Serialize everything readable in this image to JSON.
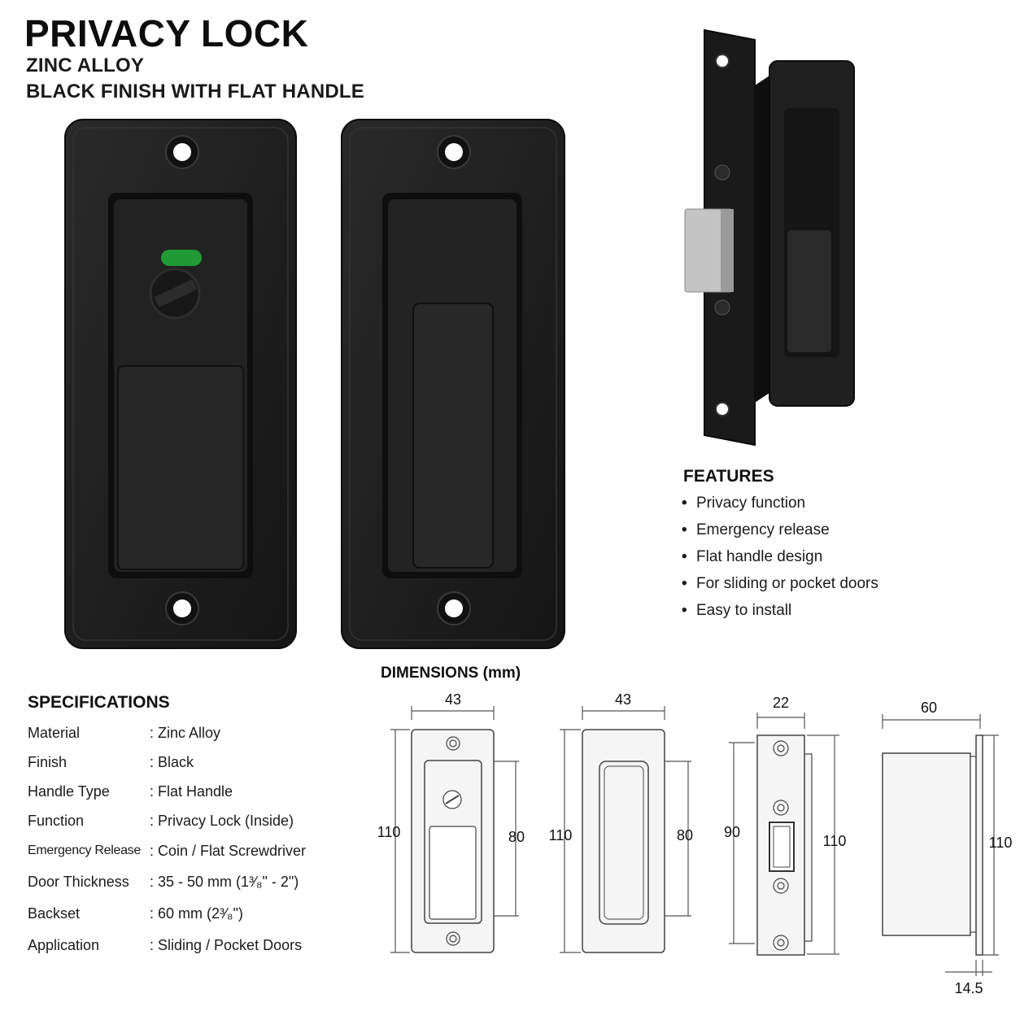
{
  "header": {
    "title": "PRIVACY LOCK",
    "subtitle_1": "ZINC ALLOY",
    "subtitle_2": "BLACK FINISH WITH FLAT HANDLE"
  },
  "features": {
    "title": "FEATURES",
    "items": [
      "Privacy function",
      "Emergency release",
      "Flat handle design",
      "For sliding or pocket doors",
      "Easy to install"
    ]
  },
  "specifications": {
    "title": "SPECIFICATIONS",
    "rows": [
      {
        "label": "Material",
        "value": ": Zinc Alloy"
      },
      {
        "label": "Finish",
        "value": ": Black"
      },
      {
        "label": "Handle Type",
        "value": ": Flat Handle"
      },
      {
        "label": "Function",
        "value": ": Privacy Lock (Inside)"
      },
      {
        "label": "Emergency Release",
        "value": ": Coin / Flat Screwdriver"
      },
      {
        "label": "Door Thickness",
        "value": ": 35 - 50 mm (1³⁄₈\" - 2\")"
      },
      {
        "label": "Backset",
        "value": ": 60 mm (2³⁄₈\")"
      },
      {
        "label": "Application",
        "value": ": Sliding / Pocket Doors"
      }
    ]
  },
  "dimensions": {
    "title": "DIMENSIONS (mm)",
    "view1": {
      "width": "43",
      "height": "110",
      "inner": "80"
    },
    "view2": {
      "width": "43",
      "height": "110",
      "inner": "80"
    },
    "view3": {
      "width": "22",
      "height": "90",
      "height2": "110"
    },
    "view4": {
      "width": "60",
      "height": "110",
      "depth": "14.5"
    }
  },
  "colors": {
    "product_black": "#1c1c1c",
    "indicator_green": "#1f9a35",
    "line_gray": "#555555"
  }
}
